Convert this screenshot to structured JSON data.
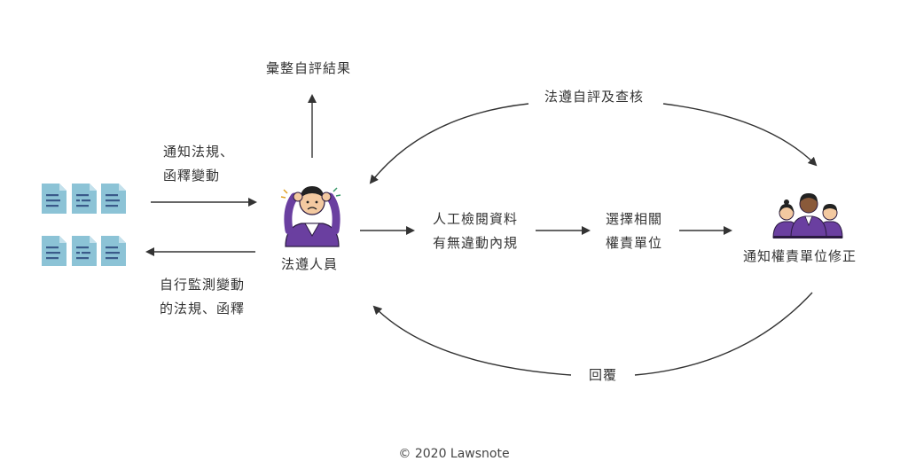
{
  "nodes": {
    "consolidate": "彙整自評結果",
    "notify_regs_line1": "通知法規、",
    "notify_regs_line2": "函釋變動",
    "self_monitor_line1": "自行監測變動",
    "self_monitor_line2": "的法規、函釋",
    "compliance_staff": "法遵人員",
    "review_line1": "人工檢閱資料",
    "review_line2": "有無違動內規",
    "select_line1": "選擇相關",
    "select_line2": "權責單位",
    "notify_units": "通知權責單位修正",
    "self_assess": "法遵自評及查核",
    "reply": "回覆"
  },
  "footer": {
    "copyright_symbol": "©",
    "text": "2020 Lawsnote"
  },
  "colors": {
    "doc_teal": "#8cc3d6",
    "doc_lines": "#3a5a8a",
    "purple": "#6a3fa0",
    "arrow": "#333333"
  }
}
